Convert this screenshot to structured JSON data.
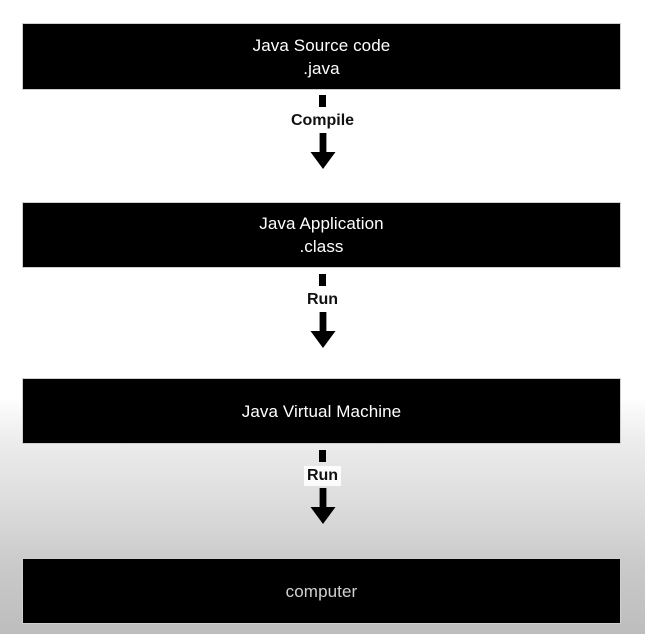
{
  "diagram": {
    "title": "Java Source code",
    "background_top_color": "#ffffff",
    "background_bottom_color": "#bdbdbd",
    "box_fill_color": "#000000",
    "box_text_color": "#ffffff",
    "label_text_color": "#111111",
    "nodes": [
      {
        "id": "java-source-code",
        "line1": "Java Source code",
        "line2": ".java"
      },
      {
        "id": "java-application",
        "line1": "Java Application",
        "line2": ".class"
      },
      {
        "id": "java-virtual-machine",
        "line1": "Java Virtual Machine",
        "line2": ""
      },
      {
        "id": "computer",
        "line1": "computer",
        "line2": ""
      }
    ],
    "connectors": [
      {
        "id": "compile",
        "label": "Compile",
        "icon": "down-arrow-icon"
      },
      {
        "id": "run-jvm",
        "label": "Run",
        "icon": "down-arrow-icon"
      },
      {
        "id": "run-computer",
        "label": "Run",
        "icon": "down-arrow-icon"
      }
    ]
  }
}
